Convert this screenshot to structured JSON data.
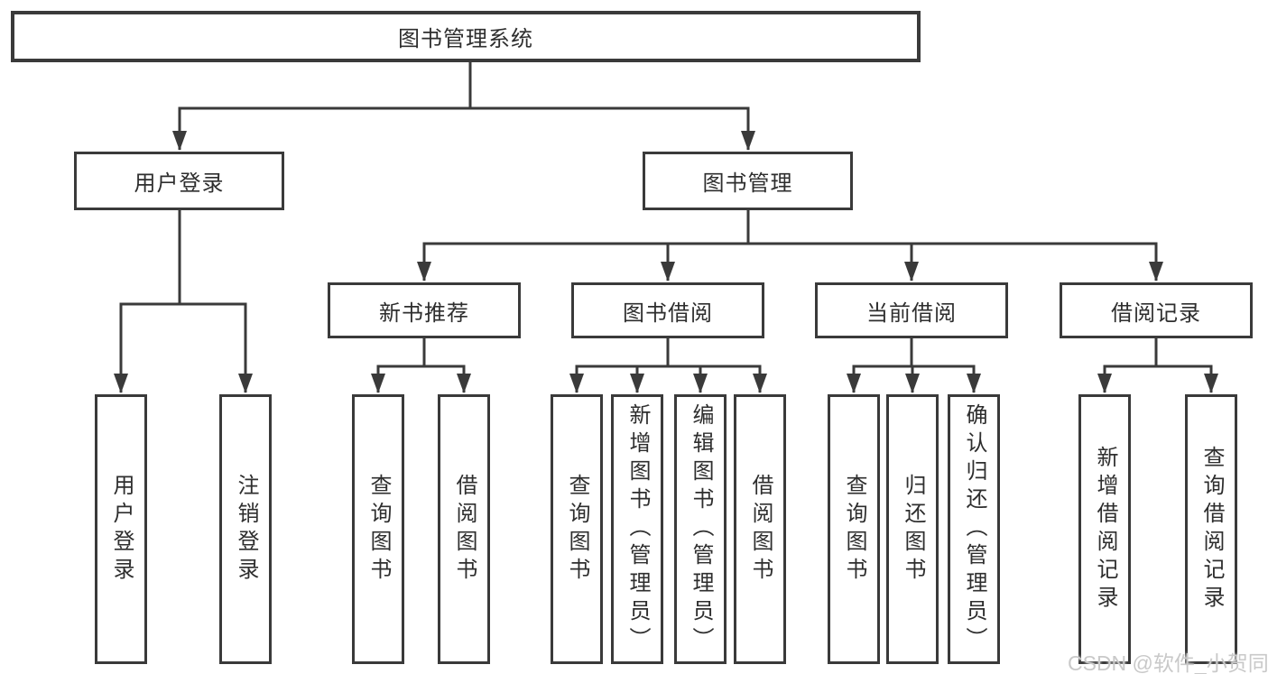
{
  "diagram": {
    "root": {
      "label": "图书管理系统"
    },
    "level2": [
      {
        "label": "用户登录",
        "children": [
          {
            "label": "用户登录"
          },
          {
            "label": "注销登录"
          }
        ]
      },
      {
        "label": "图书管理",
        "children": [
          {
            "label": "新书推荐",
            "children": [
              {
                "label": "查询图书"
              },
              {
                "label": "借阅图书"
              }
            ]
          },
          {
            "label": "图书借阅",
            "children": [
              {
                "label": "查询图书"
              },
              {
                "label": "新增图书（管理员）"
              },
              {
                "label": "编辑图书（管理员）"
              },
              {
                "label": "借阅图书"
              }
            ]
          },
          {
            "label": "当前借阅",
            "children": [
              {
                "label": "查询图书"
              },
              {
                "label": "归还图书"
              },
              {
                "label": "确认归还（管理员）"
              }
            ]
          },
          {
            "label": "借阅记录",
            "children": [
              {
                "label": "新增借阅记录"
              },
              {
                "label": "查询借阅记录"
              }
            ]
          }
        ]
      }
    ]
  },
  "watermark": {
    "text": "CSDN @软件_小贺同学"
  },
  "colors": {
    "line": "#3a3a3a",
    "box_border": "#3a3a3a",
    "box_fill": "#ffffff",
    "text": "#2e2e2e",
    "watermark": "#c9c9c9",
    "background": "#ffffff"
  }
}
